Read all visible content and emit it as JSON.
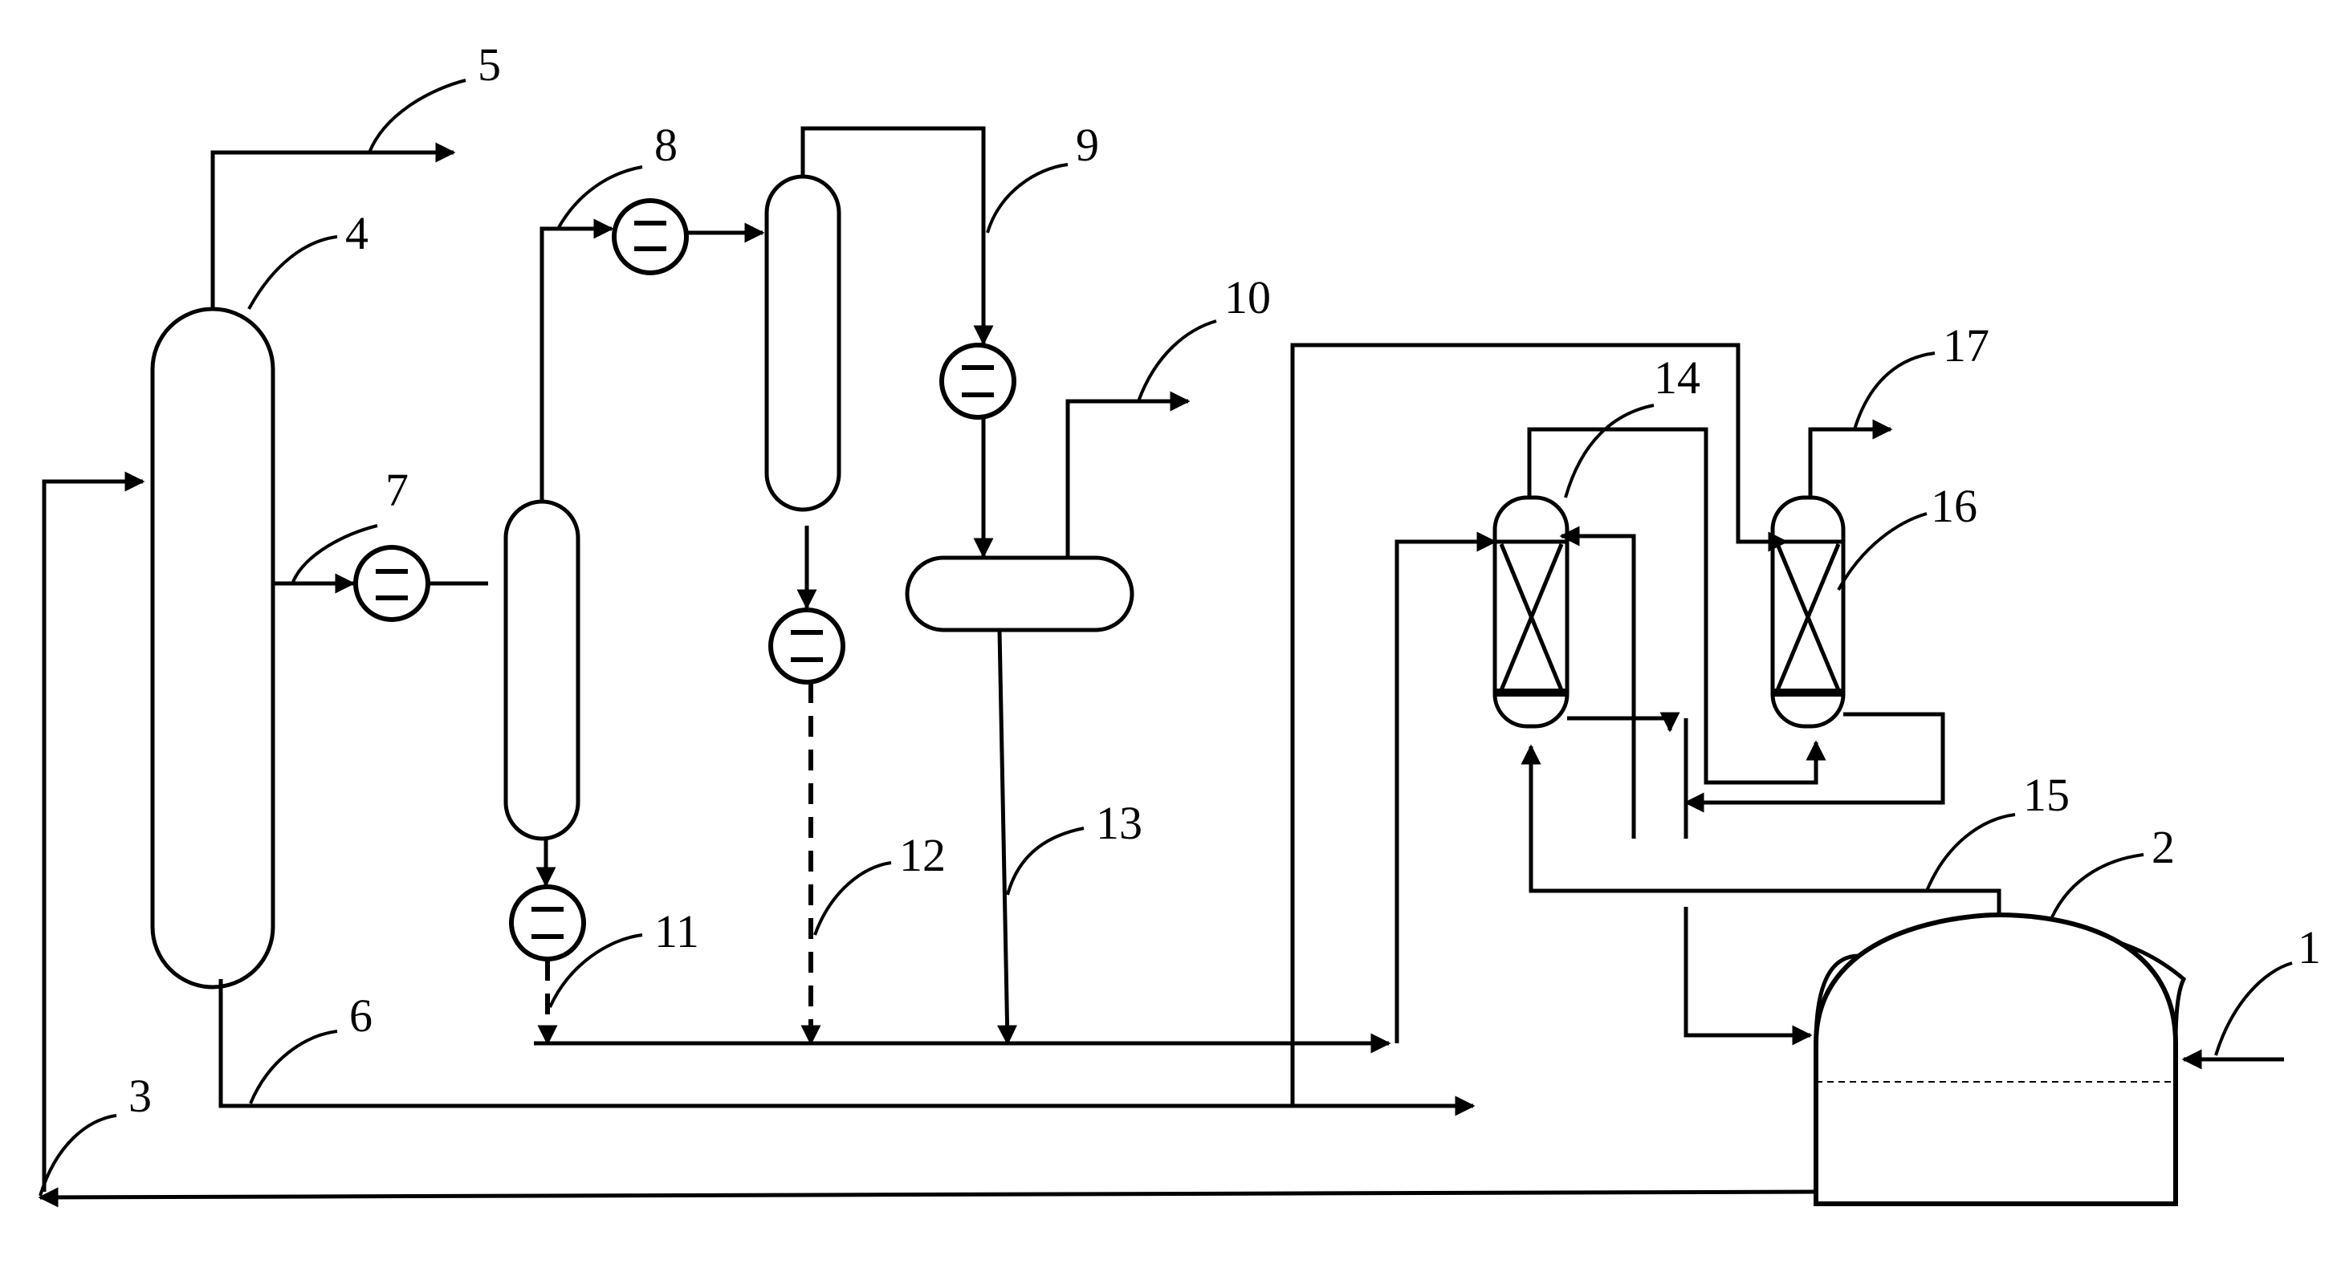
{
  "labels": {
    "n1": "1",
    "n2": "2",
    "n3": "3",
    "n4": "4",
    "n5": "5",
    "n6": "6",
    "n7": "7",
    "n8": "8",
    "n9": "9",
    "n10": "10",
    "n11": "11",
    "n12": "12",
    "n13": "13",
    "n14": "14",
    "n15": "15",
    "n16": "16",
    "n17": "17"
  }
}
